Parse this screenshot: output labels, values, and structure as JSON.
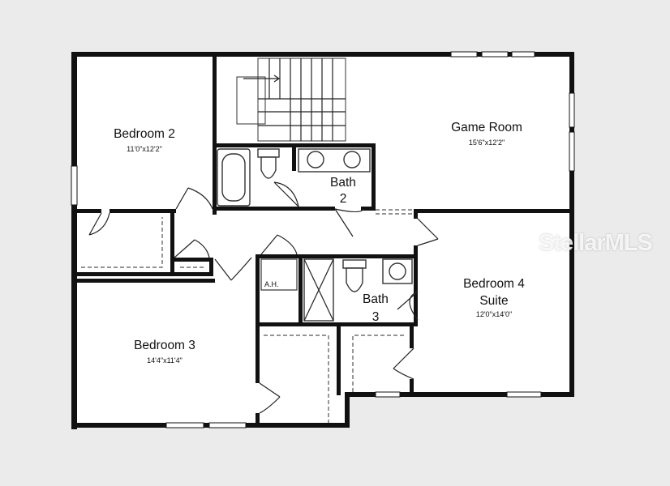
{
  "rooms": {
    "bedroom2": {
      "name": "Bedroom 2",
      "dims": "11'0\"x12'2\""
    },
    "game_room": {
      "name": "Game Room",
      "dims": "15'6\"x12'2\""
    },
    "bath2": {
      "line1": "Bath",
      "line2": "2"
    },
    "bedroom4": {
      "line1": "Bedroom 4",
      "line2": "Suite",
      "dims": "12'0\"x14'0\""
    },
    "bath3": {
      "line1": "Bath",
      "line2": "3"
    },
    "bedroom3": {
      "name": "Bedroom 3",
      "dims": "14'4\"x11'4\""
    },
    "ah": {
      "label": "A.H."
    }
  },
  "watermark": {
    "text": "StellarMLS"
  },
  "colors": {
    "wall": "#111111",
    "background": "#ebebeb",
    "floor": "#ffffff"
  }
}
